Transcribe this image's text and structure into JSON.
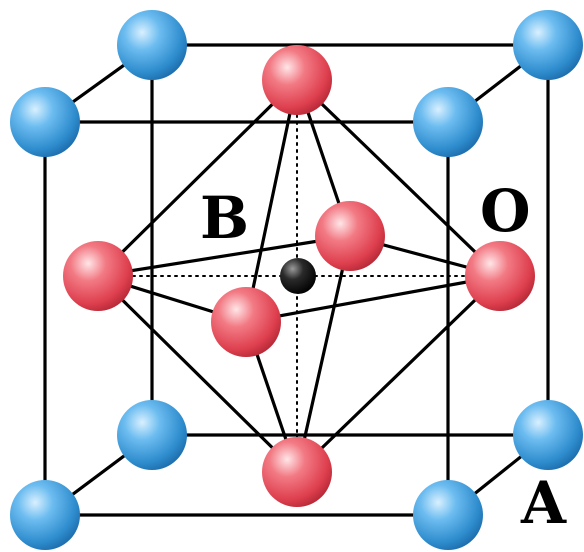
{
  "labels": {
    "b": "B",
    "o": "O",
    "a": "A"
  },
  "colors": {
    "a_site_atom": "#4aa3dc",
    "b_site_atom": "#1a1a1a",
    "o_site_atom": "#e84a57",
    "bonds": "#000000",
    "background": "#ffffff"
  },
  "atoms": {
    "a_site_count": 8,
    "b_site_count": 1,
    "o_site_count": 6
  }
}
